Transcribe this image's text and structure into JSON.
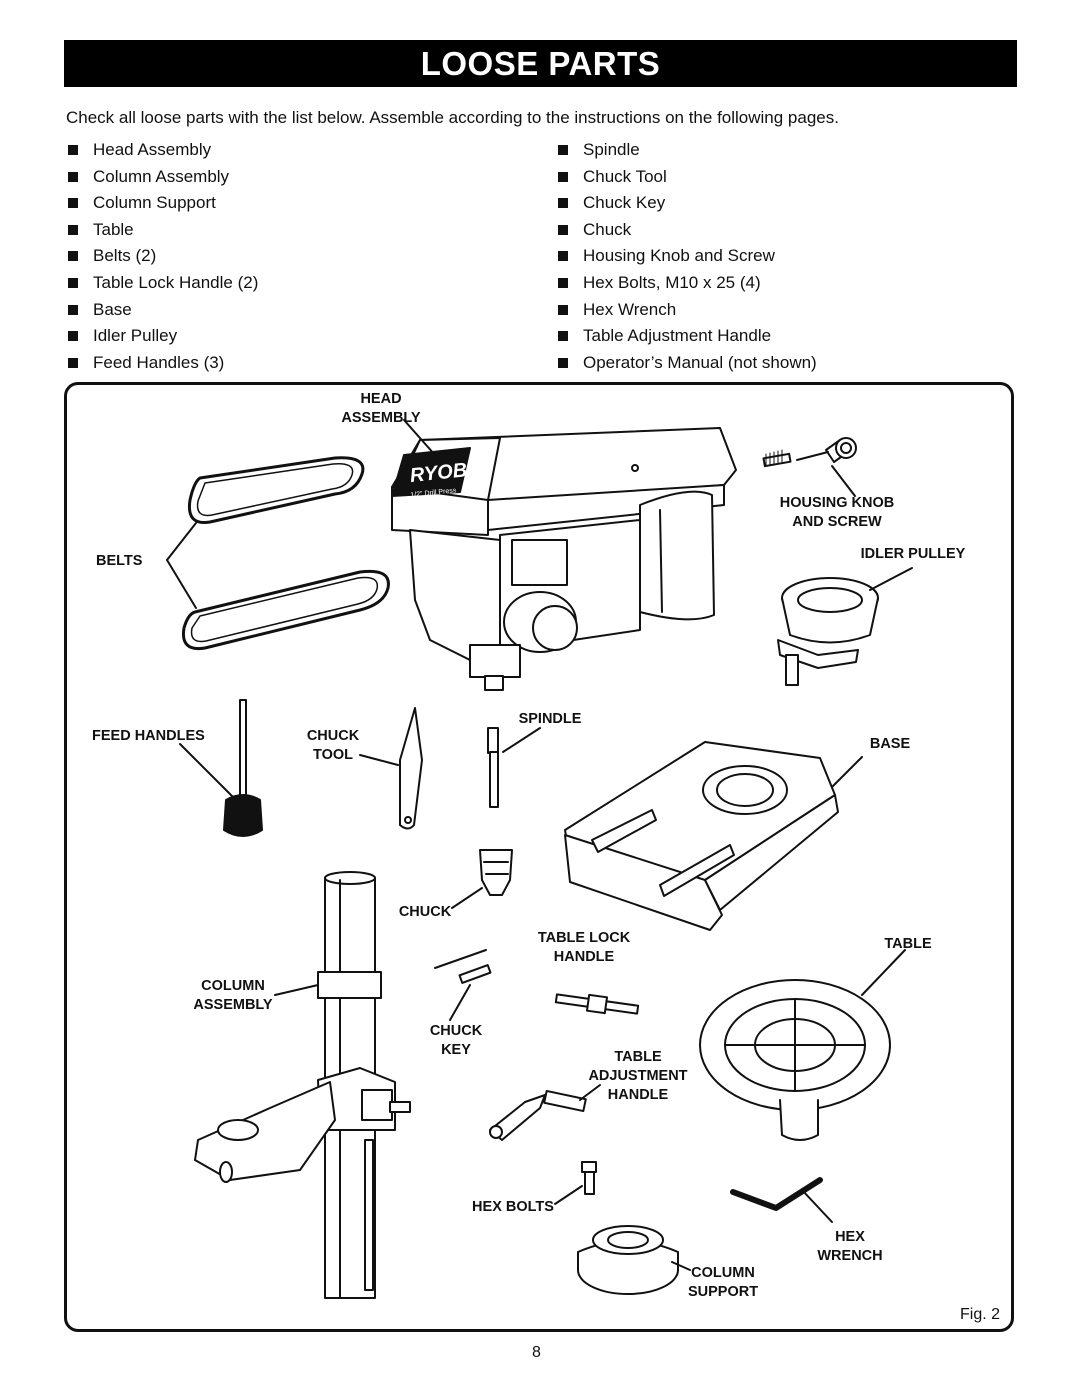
{
  "title": "LOOSE PARTS",
  "intro": "Check all loose parts with the list below. Assemble according to the instructions on the following pages.",
  "parts_left": [
    "Head  Assembly",
    "Column Assembly",
    "Column Support",
    "Table",
    "Belts (2)",
    "Table Lock Handle (2)",
    "Base",
    "Idler Pulley",
    "Feed Handles (3)"
  ],
  "parts_right": [
    "Spindle",
    "Chuck Tool",
    "Chuck Key",
    "Chuck",
    "Housing Knob and Screw",
    "Hex Bolts, M10 x 25 (4)",
    "Hex Wrench",
    "Table Adjustment Handle",
    "Operator’s Manual (not shown)"
  ],
  "figure": {
    "labels": {
      "head_assembly": "HEAD\nASSEMBLY",
      "housing_knob": "HOUSING KNOB\nAND SCREW",
      "belts": "BELTS",
      "idler_pulley": "IDLER PULLEY",
      "feed_handles": "FEED HANDLES",
      "chuck_tool": "CHUCK\nTOOL",
      "spindle": "SPINDLE",
      "base": "BASE",
      "chuck": "CHUCK",
      "table_lock_handle": "TABLE LOCK\nHANDLE",
      "table": "TABLE",
      "column_assembly": "COLUMN\nASSEMBLY",
      "chuck_key": "CHUCK\nKEY",
      "table_adjustment_handle": "TABLE\nADJUSTMENT\nHANDLE",
      "hex_bolts": "HEX BOLTS",
      "hex_wrench": "HEX WRENCH",
      "column_support": "COLUMN\nSUPPORT"
    },
    "brand": "RYOBI",
    "brand_sub": "1/2\" Drill Press",
    "caption": "Fig. 2"
  },
  "page_number": "8"
}
